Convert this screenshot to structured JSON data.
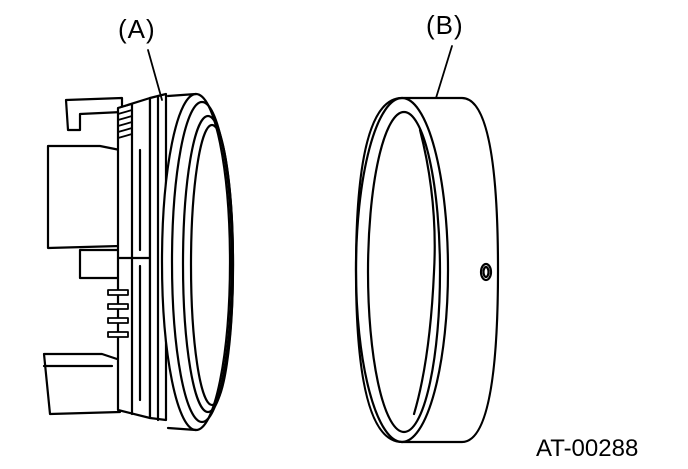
{
  "labels": {
    "part_a": "(A)",
    "part_b": "(B)",
    "figure_code": "AT-00288"
  },
  "colors": {
    "stroke": "#000000",
    "fill": "#ffffff"
  }
}
